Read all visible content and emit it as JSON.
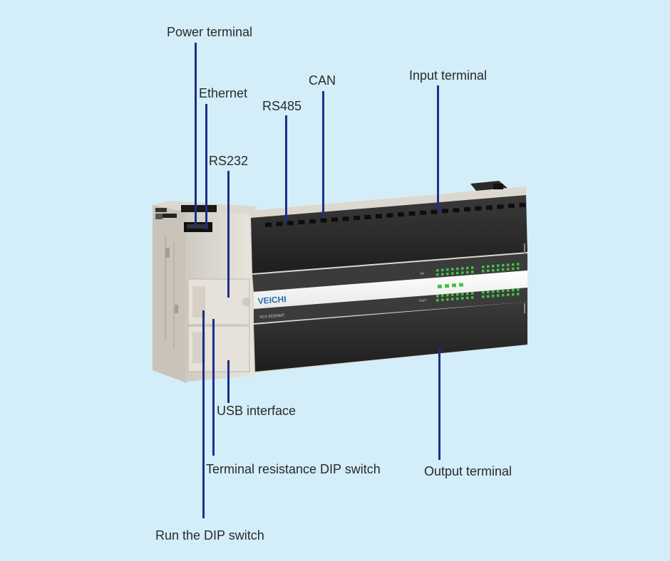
{
  "colors": {
    "background": "#d3eef8",
    "leader_line": "#1c2f8c",
    "housing": "#e4dfd6",
    "panel": "#2b2b2b",
    "status_led": "#44c24a"
  },
  "device": {
    "brand": "VEICHI",
    "model": "VC3-3232MAT",
    "in_label": "IN",
    "out_label": "OUT"
  },
  "callouts": {
    "power_terminal": "Power terminal",
    "ethernet": "Ethernet",
    "rs485": "RS485",
    "can": "CAN",
    "input_terminal": "Input terminal",
    "rs232": "RS232",
    "usb_interface": "USB interface",
    "terminal_resistance_dip_switch": "Terminal resistance DIP switch",
    "output_terminal": "Output terminal",
    "run_dip_switch": "Run the DIP switch"
  }
}
